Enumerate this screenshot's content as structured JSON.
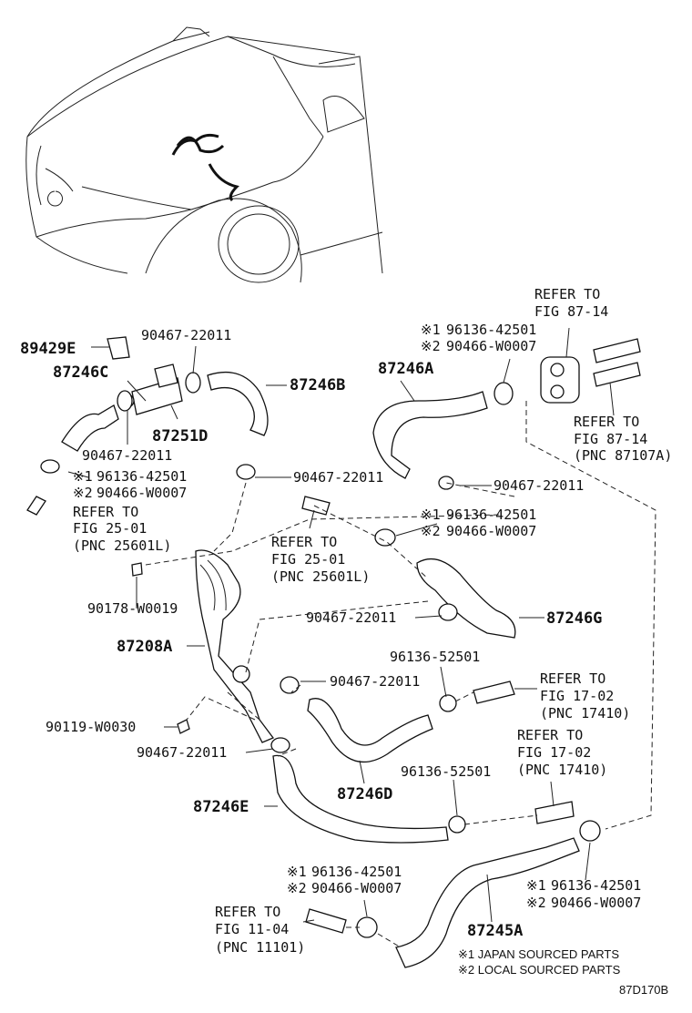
{
  "parts": {
    "p89429E": "89429E",
    "p87246C": "87246C",
    "p87246B": "87246B",
    "p87251D": "87251D",
    "p87246A": "87246A",
    "p87208A": "87208A",
    "p87246G": "87246G",
    "p87246D": "87246D",
    "p87246E": "87246E",
    "p87245A": "87245A",
    "p90467_a": "90467-22011",
    "p90467_b": "90467-22011",
    "p90467_c": "90467-22011",
    "p90467_d": "90467-22011",
    "p90467_e": "90467-22011",
    "p90467_f": "90467-22011",
    "p90467_g": "90467-22011",
    "p90178": "90178-W0019",
    "p90119": "90119-W0030",
    "p96136_52501_a": "96136-52501",
    "p96136_52501_b": "96136-52501"
  },
  "pairs": {
    "tr_96136": "96136-42501",
    "tr_90466": "90466-W0007",
    "ml_96136": "96136-42501",
    "ml_90466": "90466-W0007",
    "mr_96136": "96136-42501",
    "mr_90466": "90466-W0007",
    "br_96136": "96136-42501",
    "br_90466": "90466-W0007",
    "bl_96136": "96136-42501",
    "bl_90466": "90466-W0007",
    "mark1": "※1",
    "mark2": "※2"
  },
  "refers": {
    "refer_to": "REFER TO",
    "fig_87_14": "FIG 87-14",
    "pnc_87107A": "(PNC 87107A)",
    "fig_25_01": "FIG 25-01",
    "pnc_25601L": "(PNC 25601L)",
    "fig_17_02": "FIG 17-02",
    "pnc_17410": "(PNC 17410)",
    "fig_11_04": "FIG 11-04",
    "pnc_11101": "(PNC 11101)"
  },
  "notes": {
    "japan": "※1 JAPAN SOURCED PARTS",
    "local": "※2 LOCAL SOURCED PARTS",
    "code": "87D170B"
  }
}
